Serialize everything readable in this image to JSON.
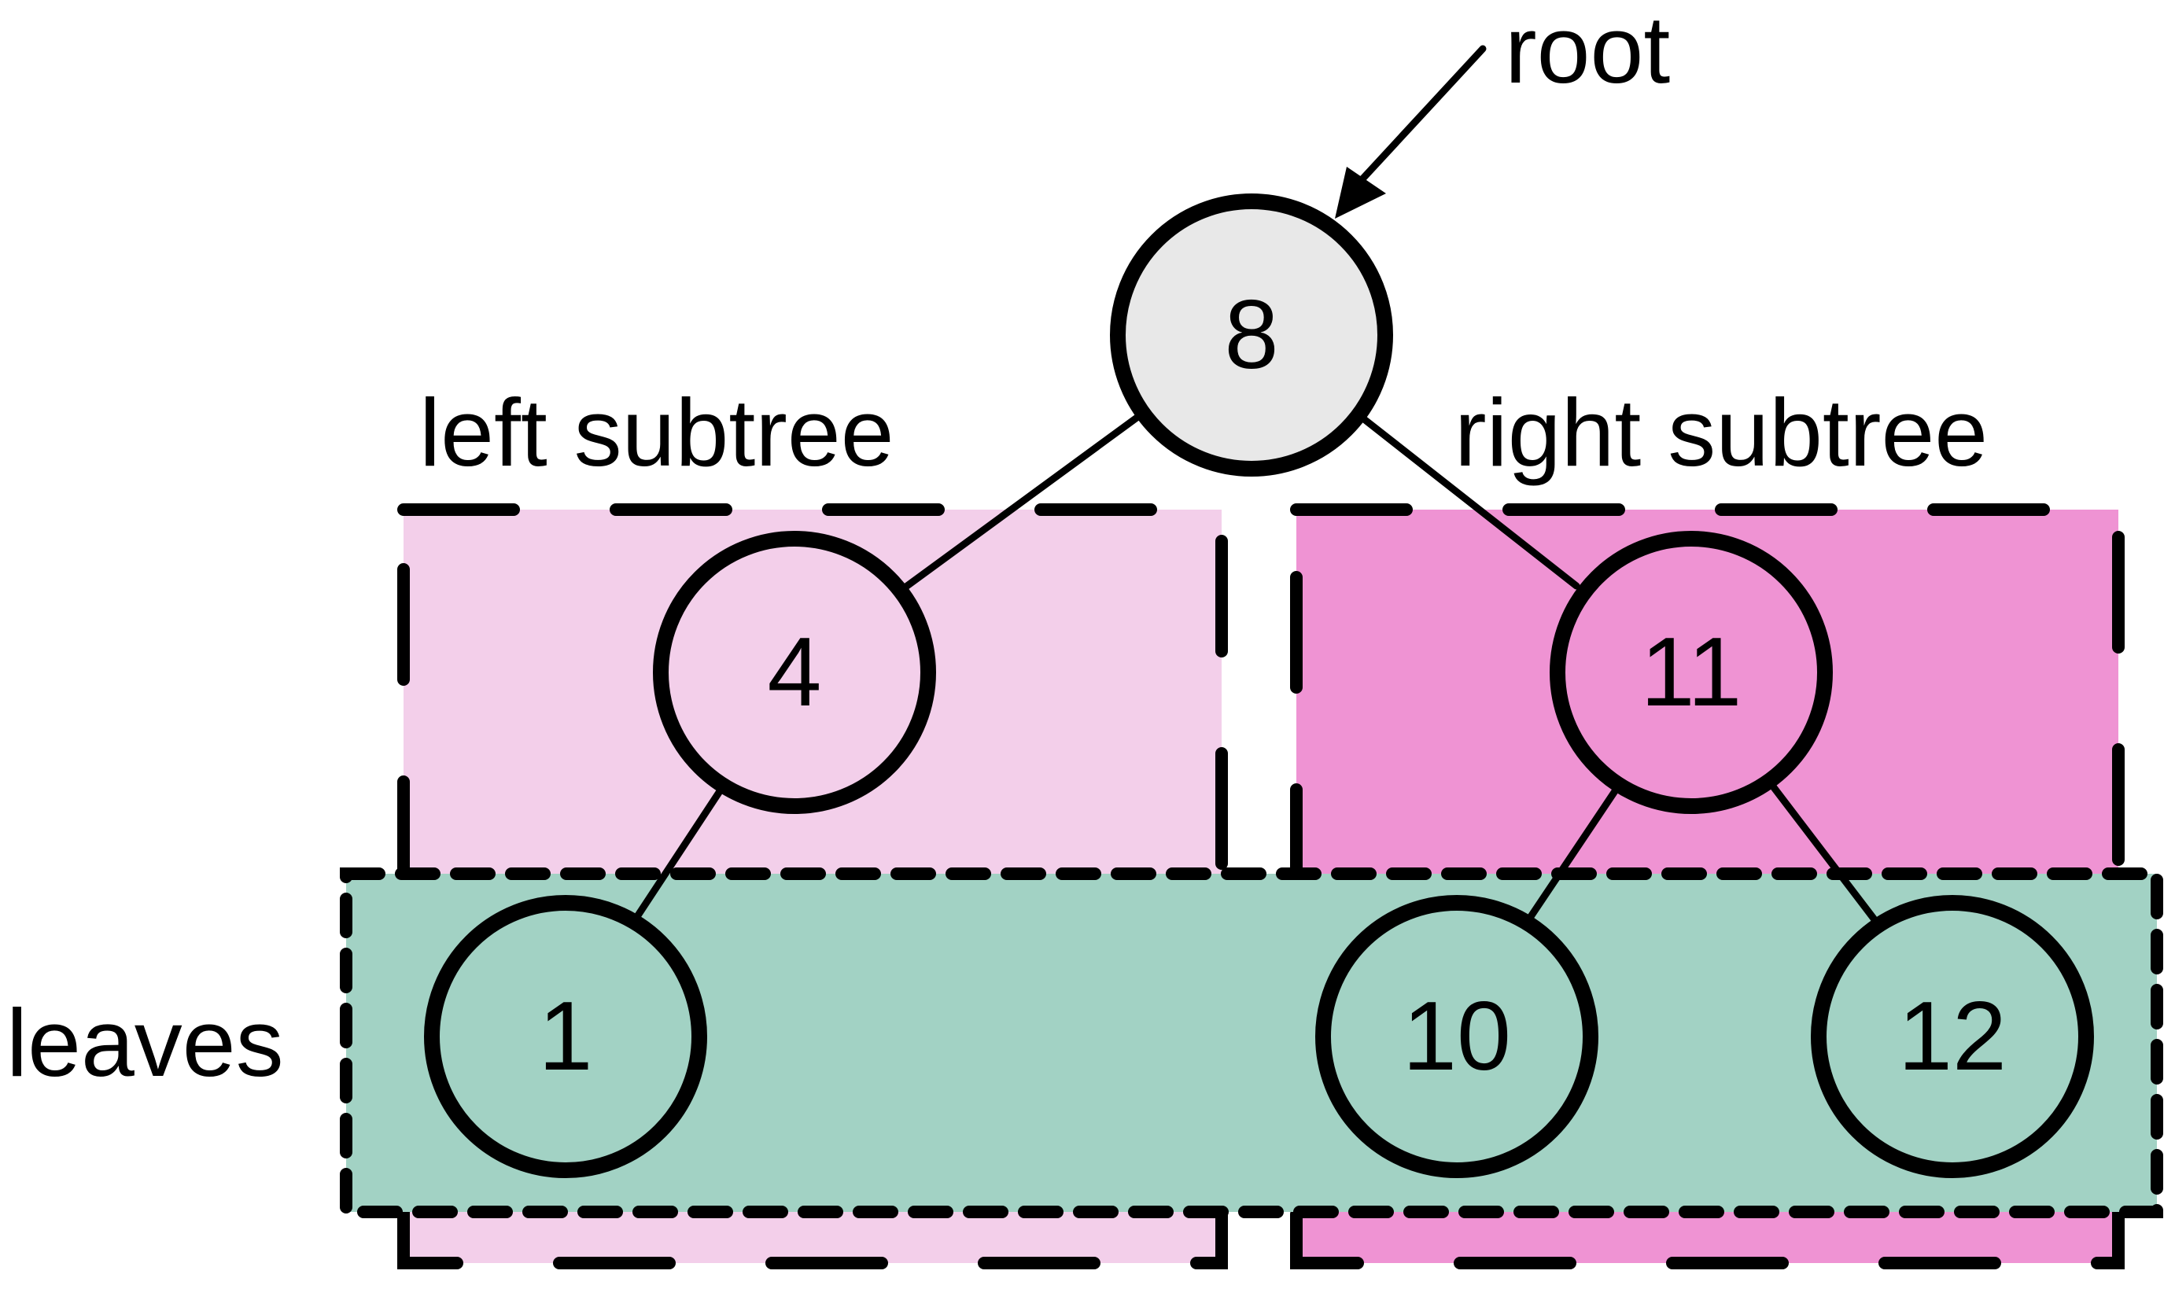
{
  "labels": {
    "root": "root",
    "left_subtree": "left subtree",
    "right_subtree": "right subtree",
    "leaves": "leaves"
  },
  "nodes": {
    "root": "8",
    "left_child": "4",
    "right_child": "11",
    "leaf_left": "1",
    "leaf_mid": "10",
    "leaf_right": "12"
  },
  "colors": {
    "root_fill": "#e8e8e8",
    "left_subtree_fill": "#f3cfea",
    "right_subtree_fill": "#ef93d3",
    "leaves_fill": "#a2d2c4",
    "stroke": "#000000"
  }
}
